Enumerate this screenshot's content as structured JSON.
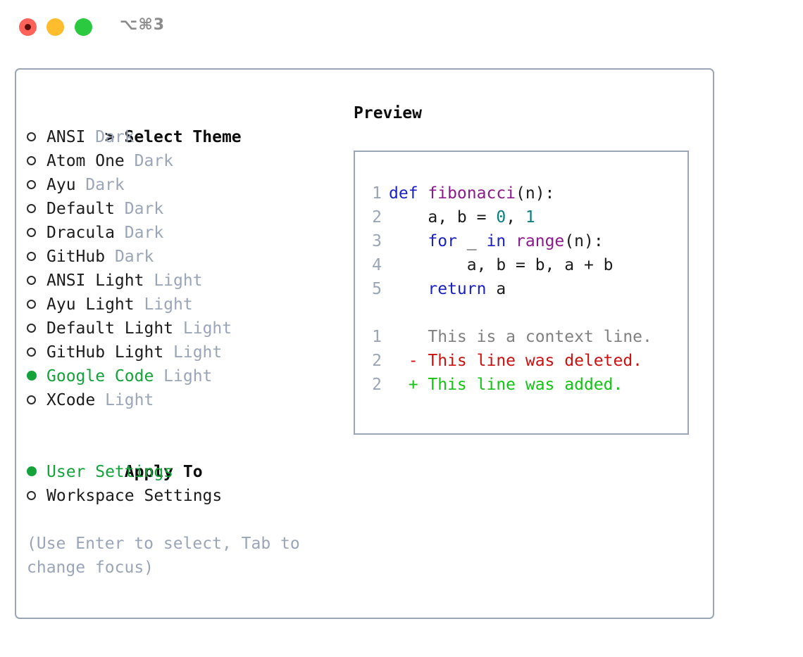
{
  "window": {
    "shortcut_label": "⌥⌘3",
    "traffic_lights": [
      "close",
      "minimize",
      "maximize"
    ]
  },
  "theme_panel": {
    "heading": "Select Theme",
    "heading_prefix": "> ",
    "items": [
      {
        "name": "ANSI",
        "tag": "Dark",
        "selected": false
      },
      {
        "name": "Atom One",
        "tag": "Dark",
        "selected": false
      },
      {
        "name": "Ayu",
        "tag": "Dark",
        "selected": false
      },
      {
        "name": "Default",
        "tag": "Dark",
        "selected": false
      },
      {
        "name": "Dracula",
        "tag": "Dark",
        "selected": false
      },
      {
        "name": "GitHub",
        "tag": "Dark",
        "selected": false
      },
      {
        "name": "ANSI Light",
        "tag": "Light",
        "selected": false
      },
      {
        "name": "Ayu Light",
        "tag": "Light",
        "selected": false
      },
      {
        "name": "Default Light",
        "tag": "Light",
        "selected": false
      },
      {
        "name": "GitHub Light",
        "tag": "Light",
        "selected": false
      },
      {
        "name": "Google Code",
        "tag": "Light",
        "selected": true
      },
      {
        "name": "XCode",
        "tag": "Light",
        "selected": false
      }
    ]
  },
  "apply_to": {
    "heading": "Apply To",
    "options": [
      {
        "label": "User Settings",
        "selected": true
      },
      {
        "label": "Workspace Settings",
        "selected": false
      }
    ]
  },
  "hint": "(Use Enter to select, Tab to change focus)",
  "preview": {
    "title": "Preview",
    "code_lines": [
      {
        "no": "1",
        "tokens": [
          {
            "t": "def ",
            "c": "kw"
          },
          {
            "t": "fibonacci",
            "c": "fn"
          },
          {
            "t": "(n):",
            "c": "plain"
          }
        ]
      },
      {
        "no": "2",
        "tokens": [
          {
            "t": "    a, b = ",
            "c": "plain"
          },
          {
            "t": "0",
            "c": "num"
          },
          {
            "t": ", ",
            "c": "plain"
          },
          {
            "t": "1",
            "c": "num"
          }
        ]
      },
      {
        "no": "3",
        "tokens": [
          {
            "t": "    ",
            "c": "plain"
          },
          {
            "t": "for",
            "c": "kw"
          },
          {
            "t": " _ ",
            "c": "plain"
          },
          {
            "t": "in",
            "c": "kw"
          },
          {
            "t": " ",
            "c": "plain"
          },
          {
            "t": "range",
            "c": "fn"
          },
          {
            "t": "(n):",
            "c": "plain"
          }
        ]
      },
      {
        "no": "4",
        "tokens": [
          {
            "t": "        a, b = b, a + b",
            "c": "plain"
          }
        ]
      },
      {
        "no": "5",
        "tokens": [
          {
            "t": "    ",
            "c": "plain"
          },
          {
            "t": "return",
            "c": "kw"
          },
          {
            "t": " a",
            "c": "plain"
          }
        ]
      }
    ],
    "diff_lines": [
      {
        "no": "1",
        "marker": " ",
        "text": " This is a context line.",
        "kind": "d-ctx"
      },
      {
        "no": "2",
        "marker": "-",
        "text": " This line was deleted.",
        "kind": "d-del"
      },
      {
        "no": "2",
        "marker": "+",
        "text": " This line was added.",
        "kind": "d-add"
      }
    ]
  },
  "colors": {
    "accent_green": "#14a33a",
    "tag_gray": "#9aa5b8",
    "border": "#9aa6b6",
    "keyword": "#1c21c4",
    "function": "#8c1a8c",
    "number": "#0b8080",
    "diff_context": "#808080",
    "diff_deleted": "#cc1111",
    "diff_added": "#14c414",
    "traffic_close": "#ff6259",
    "traffic_min": "#ffbd2e",
    "traffic_max": "#2ac940"
  }
}
